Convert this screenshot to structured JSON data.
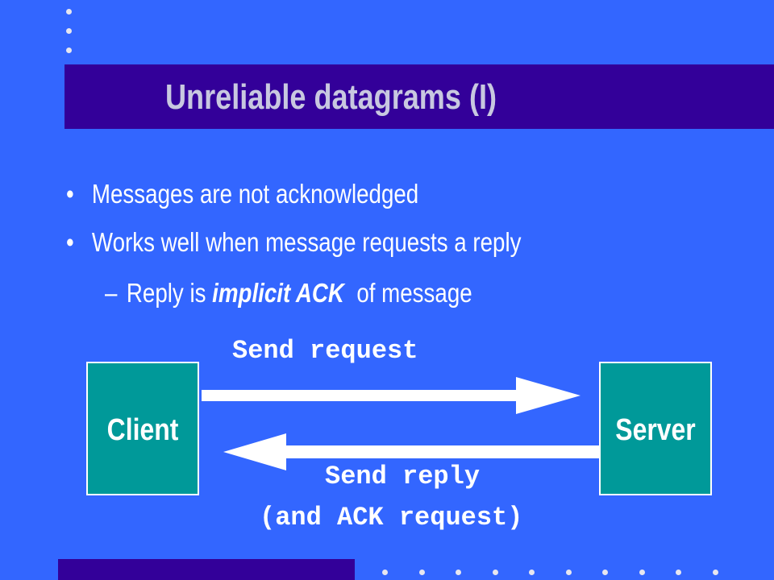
{
  "slide": {
    "title": "Unreliable datagrams (I)",
    "bullets": [
      {
        "marker": "•",
        "text": "Messages are not acknowledged"
      },
      {
        "marker": "•",
        "text": "Works well when message requests a reply"
      }
    ],
    "sub_bullet": {
      "marker": "–",
      "prefix": "Reply is ",
      "emphasis": "implicit ACK",
      "suffix": "  of message"
    }
  },
  "diagram": {
    "client_label": "Client",
    "server_label": "Server",
    "request_label": "Send request",
    "reply_label_line1": "Send reply",
    "reply_label_line2": "(and ACK request)"
  },
  "colors": {
    "background": "#3366ff",
    "title_bar": "#330099",
    "box_fill": "#009999",
    "arrow": "#ffffff"
  }
}
